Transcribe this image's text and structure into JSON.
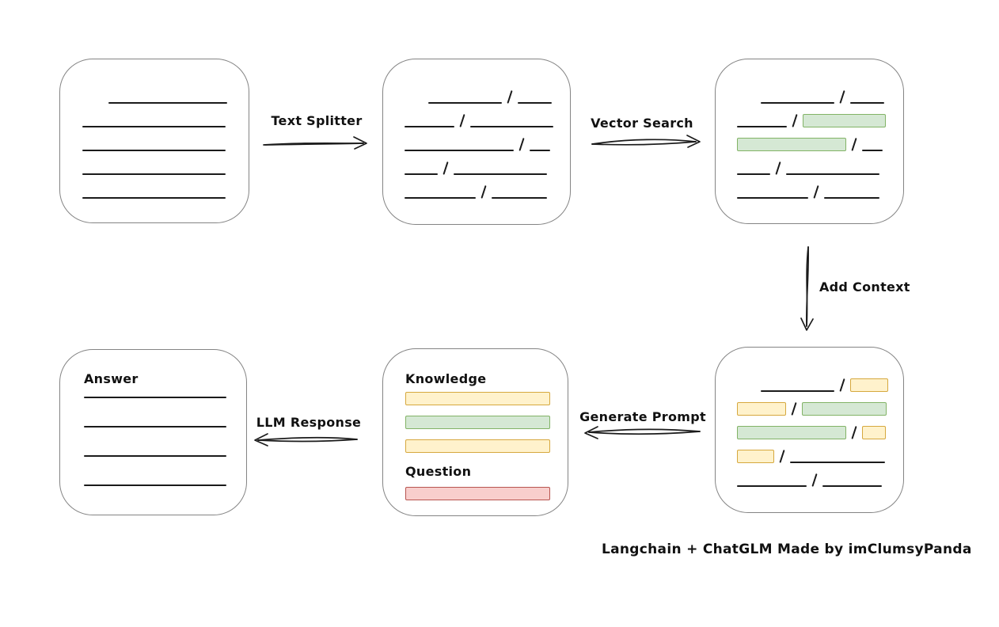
{
  "caption": "Langchain + ChatGLM Made by imClumsyPanda",
  "colors": {
    "stroke": "#1b1b1b",
    "box_border": "#848484",
    "green_fill": "#d5e8d4",
    "green_border": "#82b366",
    "yellow_fill": "#fff2cc",
    "yellow_border": "#d6a83e",
    "red_fill": "#f8cecc",
    "red_border": "#b85450"
  },
  "arrows": {
    "text_splitter": {
      "label": "Text Splitter",
      "direction": "right"
    },
    "vector_search": {
      "label": "Vector Search",
      "direction": "right"
    },
    "add_context": {
      "label": "Add Context",
      "direction": "down"
    },
    "generate_prompt": {
      "label": "Generate Prompt",
      "direction": "left"
    },
    "llm_response": {
      "label": "LLM Response",
      "direction": "left"
    }
  },
  "nodes": {
    "document": {
      "rows": [
        {
          "segs": [
            {
              "t": "gap",
              "w": 33
            },
            {
              "t": "line",
              "w": 150
            }
          ]
        },
        {
          "segs": [
            {
              "t": "line",
              "w": 181
            }
          ]
        },
        {
          "segs": [
            {
              "t": "line",
              "w": 181
            }
          ]
        },
        {
          "segs": [
            {
              "t": "line",
              "w": 181
            }
          ]
        },
        {
          "segs": [
            {
              "t": "line",
              "w": 181
            }
          ]
        }
      ]
    },
    "chunks": {
      "rows": [
        {
          "segs": [
            {
              "t": "gap",
              "w": 30
            },
            {
              "t": "line",
              "w": 93
            },
            {
              "t": "slash"
            },
            {
              "t": "line",
              "w": 43
            }
          ]
        },
        {
          "segs": [
            {
              "t": "line",
              "w": 63
            },
            {
              "t": "slash"
            },
            {
              "t": "line",
              "w": 105
            }
          ]
        },
        {
          "segs": [
            {
              "t": "line",
              "w": 138
            },
            {
              "t": "slash"
            },
            {
              "t": "line",
              "w": 26
            }
          ]
        },
        {
          "segs": [
            {
              "t": "line",
              "w": 42
            },
            {
              "t": "slash"
            },
            {
              "t": "line",
              "w": 118
            }
          ]
        },
        {
          "segs": [
            {
              "t": "line",
              "w": 90
            },
            {
              "t": "slash"
            },
            {
              "t": "line",
              "w": 70
            }
          ]
        }
      ]
    },
    "matched_chunks": {
      "rows": [
        {
          "segs": [
            {
              "t": "gap",
              "w": 30
            },
            {
              "t": "line",
              "w": 93
            },
            {
              "t": "slash"
            },
            {
              "t": "line",
              "w": 43
            }
          ]
        },
        {
          "segs": [
            {
              "t": "line",
              "w": 63
            },
            {
              "t": "slash"
            },
            {
              "t": "chip",
              "c": "green",
              "w": 105
            }
          ]
        },
        {
          "segs": [
            {
              "t": "chip",
              "c": "green",
              "w": 138
            },
            {
              "t": "slash"
            },
            {
              "t": "line",
              "w": 26
            }
          ]
        },
        {
          "segs": [
            {
              "t": "line",
              "w": 42
            },
            {
              "t": "slash"
            },
            {
              "t": "line",
              "w": 118
            }
          ]
        },
        {
          "segs": [
            {
              "t": "line",
              "w": 90
            },
            {
              "t": "slash"
            },
            {
              "t": "line",
              "w": 70
            }
          ]
        }
      ]
    },
    "context_chunks": {
      "rows": [
        {
          "segs": [
            {
              "t": "gap",
              "w": 30
            },
            {
              "t": "line",
              "w": 93
            },
            {
              "t": "slash"
            },
            {
              "t": "chip",
              "c": "yellow",
              "w": 48
            }
          ]
        },
        {
          "segs": [
            {
              "t": "chip",
              "c": "yellow",
              "w": 62
            },
            {
              "t": "slash"
            },
            {
              "t": "chip",
              "c": "green",
              "w": 107
            }
          ]
        },
        {
          "segs": [
            {
              "t": "chip",
              "c": "green",
              "w": 138
            },
            {
              "t": "slash"
            },
            {
              "t": "chip",
              "c": "yellow",
              "w": 30
            }
          ]
        },
        {
          "segs": [
            {
              "t": "chip",
              "c": "yellow",
              "w": 47
            },
            {
              "t": "slash"
            },
            {
              "t": "line",
              "w": 120
            }
          ]
        },
        {
          "segs": [
            {
              "t": "line",
              "w": 88
            },
            {
              "t": "slash"
            },
            {
              "t": "line",
              "w": 75
            }
          ]
        }
      ]
    },
    "prompt": {
      "rows": [
        {
          "h": 27,
          "segs": [
            {
              "t": "label",
              "text": "Knowledge"
            }
          ]
        },
        {
          "h": 24,
          "segs": [
            {
              "t": "chip",
              "c": "yellow",
              "w": 183
            }
          ]
        },
        {
          "h": 30,
          "segs": [
            {
              "t": "chip",
              "c": "green",
              "w": 183
            }
          ]
        },
        {
          "h": 30,
          "segs": [
            {
              "t": "chip",
              "c": "yellow",
              "w": 183
            }
          ]
        },
        {
          "h": 33,
          "segs": [
            {
              "t": "label",
              "text": "Question"
            }
          ]
        },
        {
          "h": 27,
          "segs": [
            {
              "t": "chip",
              "c": "red",
              "w": 183
            }
          ]
        }
      ]
    },
    "answer": {
      "rows": [
        {
          "h": 24,
          "segs": [
            {
              "t": "label",
              "text": "Answer"
            }
          ]
        },
        {
          "h": 15,
          "segs": [
            {
              "t": "line",
              "w": 180
            }
          ]
        },
        {
          "h": 37,
          "segs": [
            {
              "t": "line",
              "w": 180
            }
          ]
        },
        {
          "h": 37,
          "segs": [
            {
              "t": "line",
              "w": 180
            }
          ]
        },
        {
          "h": 37,
          "segs": [
            {
              "t": "line",
              "w": 180
            }
          ]
        }
      ]
    }
  }
}
